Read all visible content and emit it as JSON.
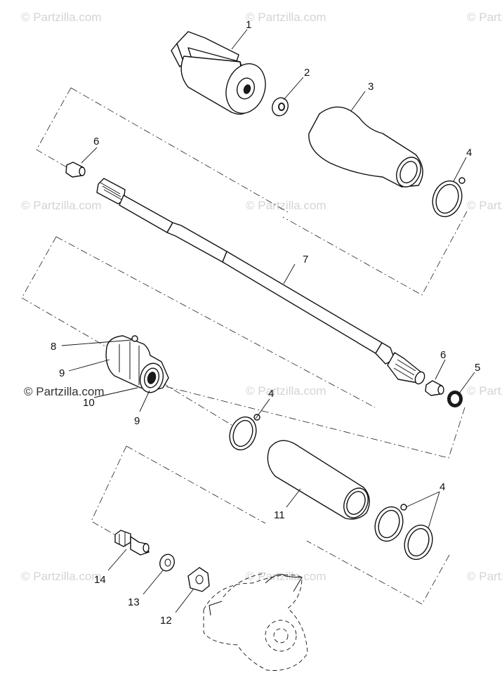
{
  "watermark": {
    "text": "© Partzilla.com",
    "marks": [
      {
        "id": "wm-1"
      },
      {
        "id": "wm-2"
      },
      {
        "id": "wm-3"
      },
      {
        "id": "wm-4"
      },
      {
        "id": "wm-5"
      },
      {
        "id": "wm-6"
      },
      {
        "id": "wm-7"
      },
      {
        "id": "wm-8"
      },
      {
        "id": "wm-9"
      },
      {
        "id": "wm-10"
      },
      {
        "id": "wm-11"
      },
      {
        "id": "wm-12"
      }
    ],
    "prominent": "© Partzilla.com"
  },
  "callouts": {
    "c1": "1",
    "c2": "2",
    "c3": "3",
    "c4a": "4",
    "c4b": "4",
    "c4c": "4",
    "c5": "5",
    "c6a": "6",
    "c6b": "6",
    "c7": "7",
    "c8": "8",
    "c9a": "9",
    "c9b": "9",
    "c10": "10",
    "c11": "11",
    "c12": "12",
    "c13": "13",
    "c14": "14"
  },
  "colors": {
    "line": "#111111",
    "watermark": "#d4d4d4",
    "background": "#ffffff"
  }
}
